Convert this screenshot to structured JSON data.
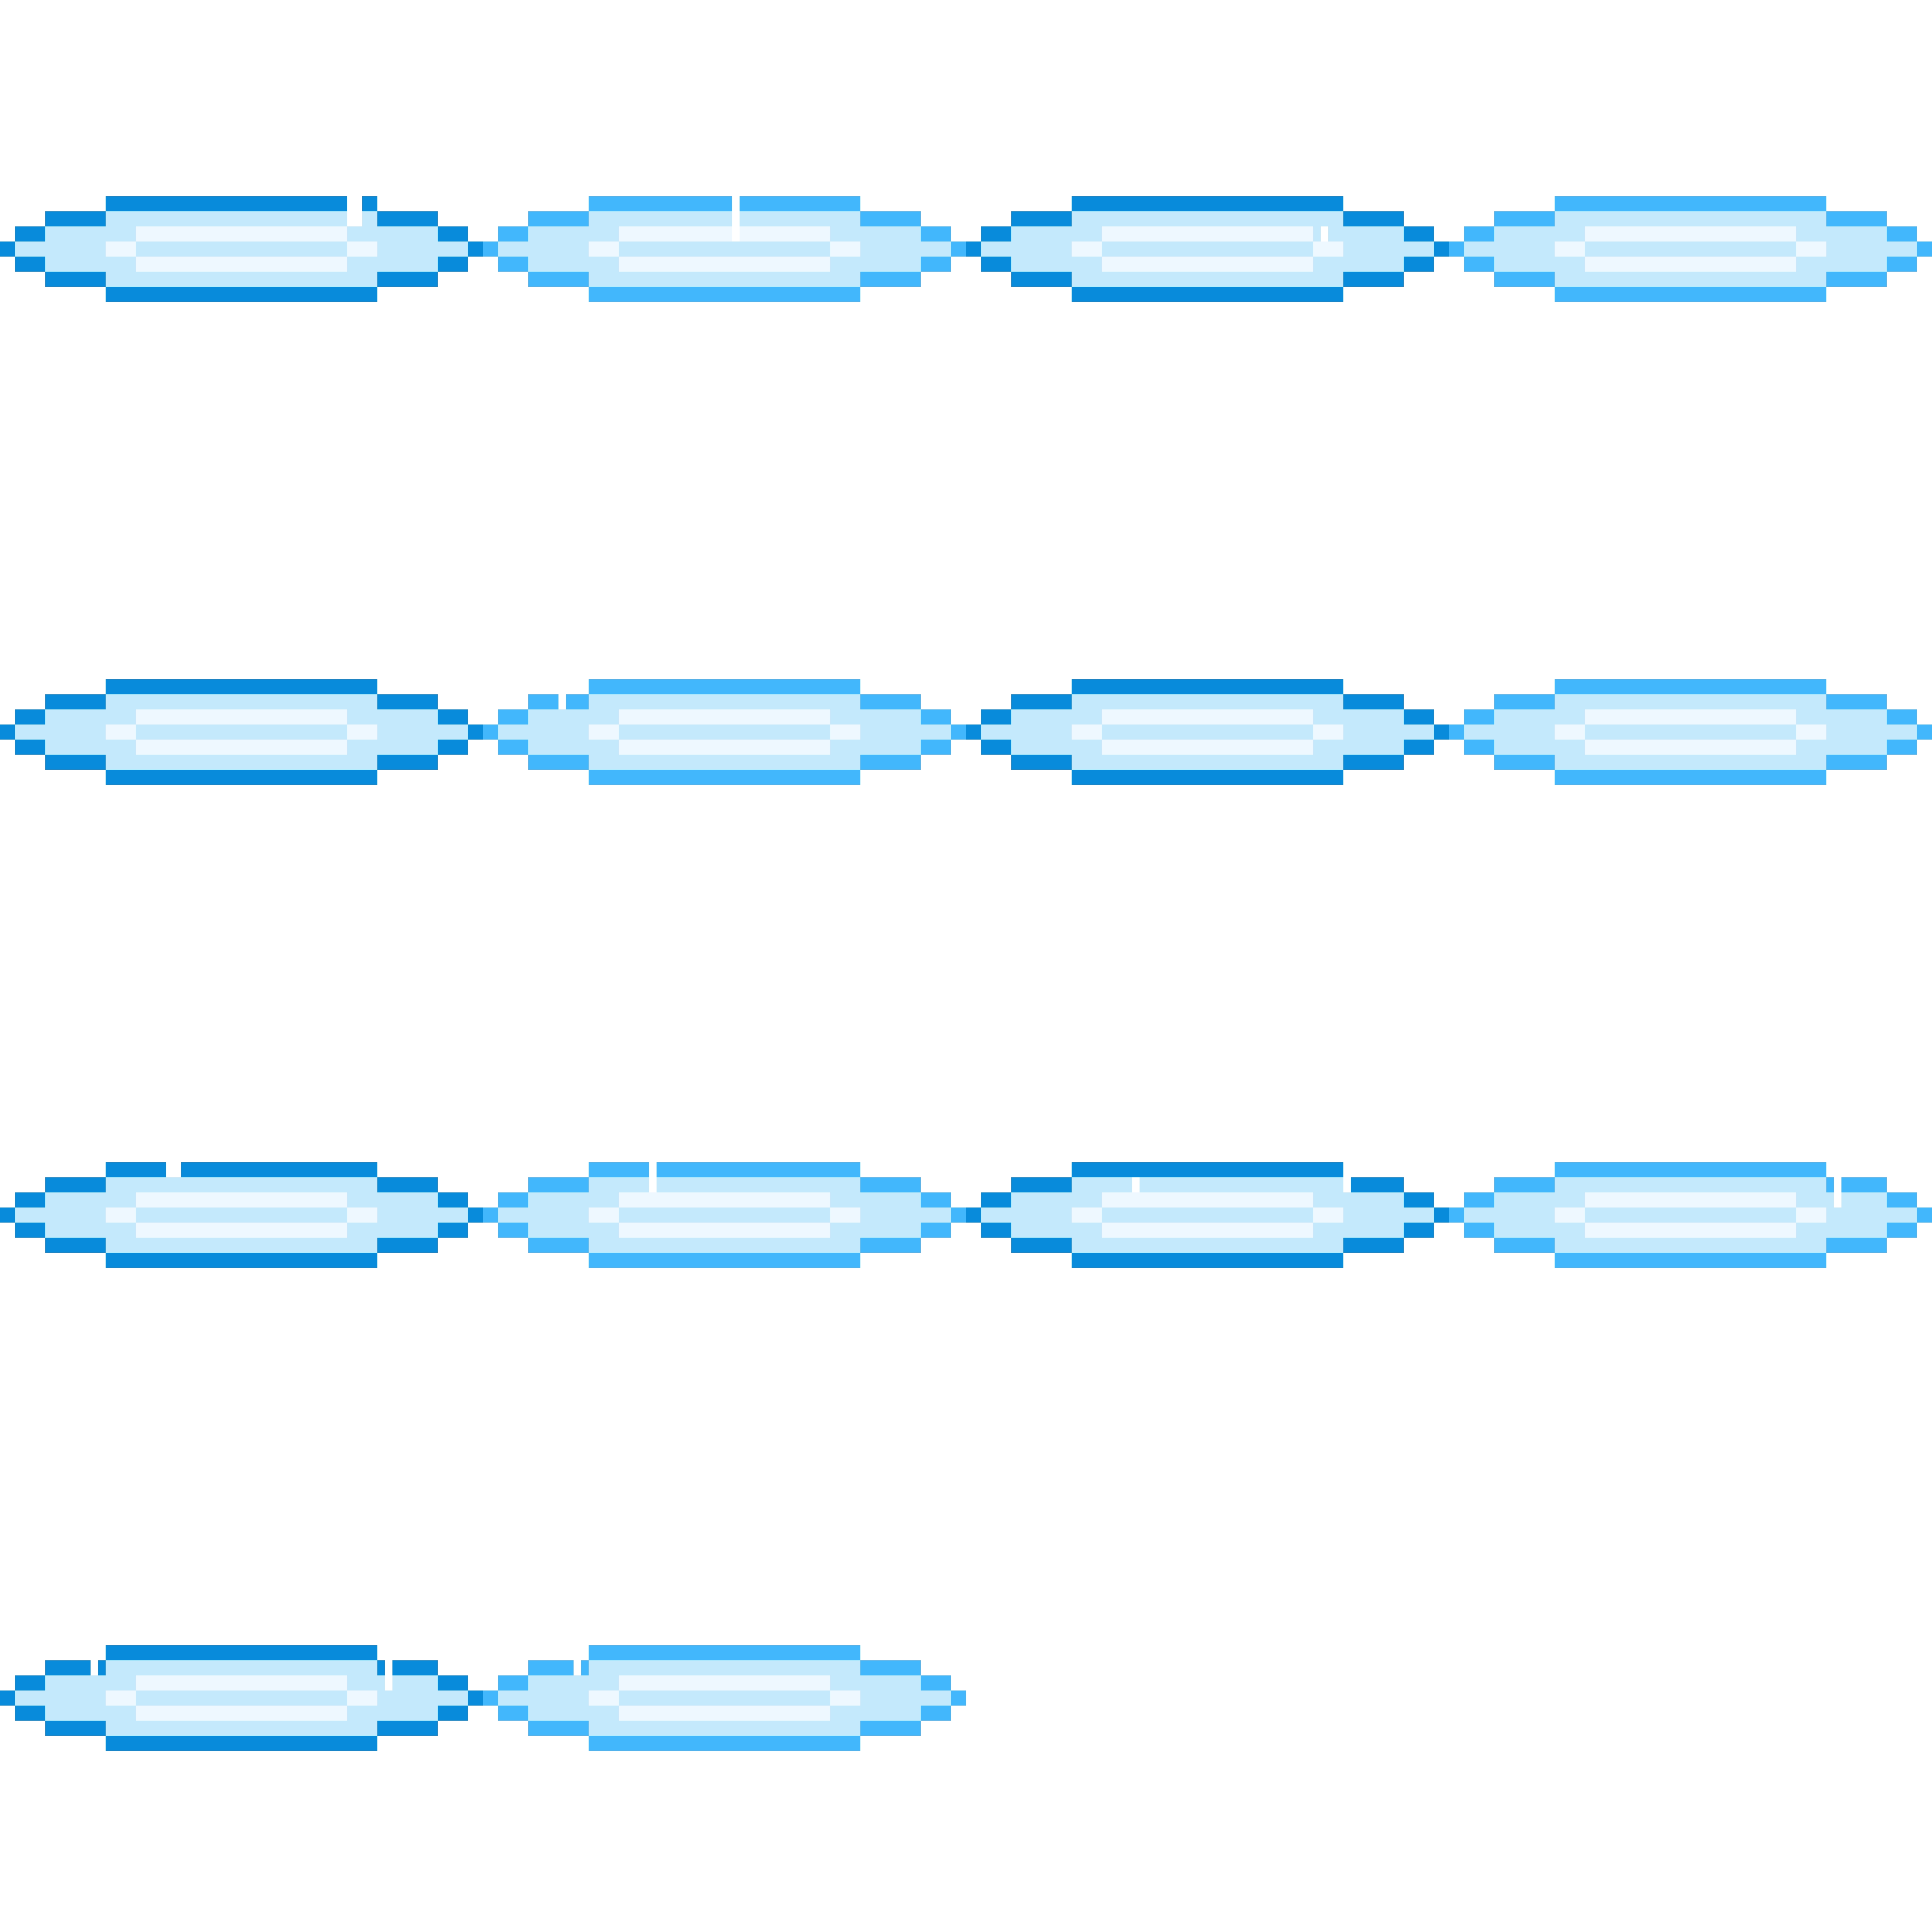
{
  "sprite_sheet": {
    "background": "#ffffff",
    "colors": {
      "outline_dark": "#0a8adb",
      "outline_light": "#45b8fb",
      "body_fill": "#c6e8fb",
      "highlight": "#eef8fe",
      "sparkle": "#ffffff"
    },
    "frames": [
      {
        "outline": "dark",
        "sparkle": "a"
      },
      {
        "outline": "light",
        "sparkle": "b"
      },
      {
        "outline": "dark",
        "sparkle": "c"
      },
      {
        "outline": "light",
        "sparkle": "none"
      },
      {
        "outline": "dark",
        "sparkle": "d"
      },
      {
        "outline": "light",
        "sparkle": "e"
      },
      {
        "outline": "dark",
        "sparkle": "f"
      },
      {
        "outline": "light",
        "sparkle": "none"
      },
      {
        "outline": "dark",
        "sparkle": "g"
      },
      {
        "outline": "light",
        "sparkle": "h"
      },
      {
        "outline": "dark",
        "sparkle": "i"
      },
      {
        "outline": "light",
        "sparkle": "j"
      },
      {
        "outline": "dark",
        "sparkle": "k"
      },
      {
        "outline": "light",
        "sparkle": "l"
      }
    ]
  }
}
